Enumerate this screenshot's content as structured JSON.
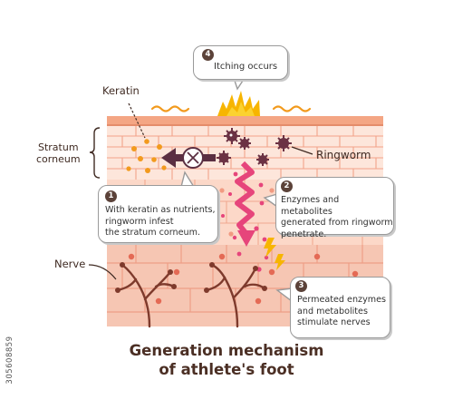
{
  "labels": {
    "keratin": "Keratin",
    "stratum_corneum": "Stratum\ncorneum",
    "ringworm": "Ringworm",
    "nerve": "Nerve"
  },
  "callouts": [
    {
      "num": "4",
      "text": "Itching occurs"
    },
    {
      "num": "1",
      "text": "With keratin as nutrients,\nringworm infest\nthe stratum corneum."
    },
    {
      "num": "2",
      "text": "Enzymes and metabolites\ngenerated from ringworm\npenetrate."
    },
    {
      "num": "3",
      "text": "Permeated enzymes\nand metabolites\nstimulate nerves"
    }
  ],
  "title": "Generation mechanism\nof athlete's foot",
  "stock_id": "305608859",
  "colors": {
    "skin_light": "#fde3d6",
    "skin_mid": "#f6c7b6",
    "skin_border": "#f0a58a",
    "skin_lines": "#e99a82",
    "nerve": "#7e3a2c",
    "arrow_pink": "#e6457b",
    "ringworm": "#6b3244",
    "keratin_dot": "#f29a1d",
    "flash": "#f7b500",
    "text_dark": "#3f2a22"
  }
}
